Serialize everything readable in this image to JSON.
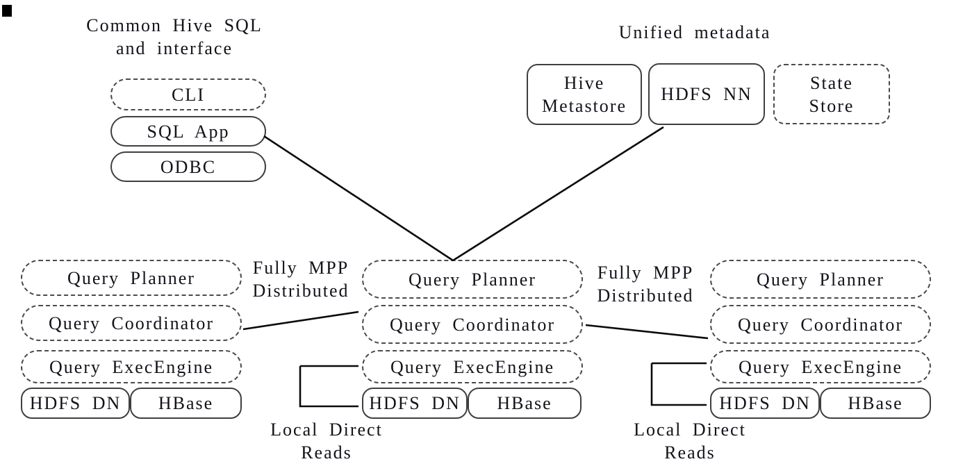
{
  "diagram": {
    "kind": "impala-architecture-diagram",
    "titles": {
      "client_cluster": "Common Hive SQL\nand interface",
      "metadata_cluster": "Unified metadata"
    },
    "client_boxes": {
      "cli": "CLI",
      "sql_app": "SQL App",
      "odbc": "ODBC"
    },
    "metadata_boxes": {
      "hive_metastore": "Hive\nMetastore",
      "hdfs_nn": "HDFS NN",
      "state_store": "State\nStore"
    },
    "nodes": [
      {
        "planner": "Query Planner",
        "coordinator": "Query Coordinator",
        "exec_engine": "Query ExecEngine",
        "hdfs_dn": "HDFS DN",
        "hbase": "HBase"
      },
      {
        "planner": "Query Planner",
        "coordinator": "Query Coordinator",
        "exec_engine": "Query ExecEngine",
        "hdfs_dn": "HDFS DN",
        "hbase": "HBase"
      },
      {
        "planner": "Query Planner",
        "coordinator": "Query Coordinator",
        "exec_engine": "Query ExecEngine",
        "hdfs_dn": "HDFS DN",
        "hbase": "HBase"
      }
    ],
    "annotations": {
      "fully_mpp_left": "Fully MPP\nDistributed",
      "fully_mpp_right": "Fully MPP\nDistributed",
      "local_reads_left": "Local Direct\nReads",
      "local_reads_right": "Local Direct\nReads"
    },
    "colors": {
      "text": "#12121a",
      "box_border": "#3f3f3f",
      "arrow": "#0a0a0a",
      "background": "#ffffff"
    }
  }
}
